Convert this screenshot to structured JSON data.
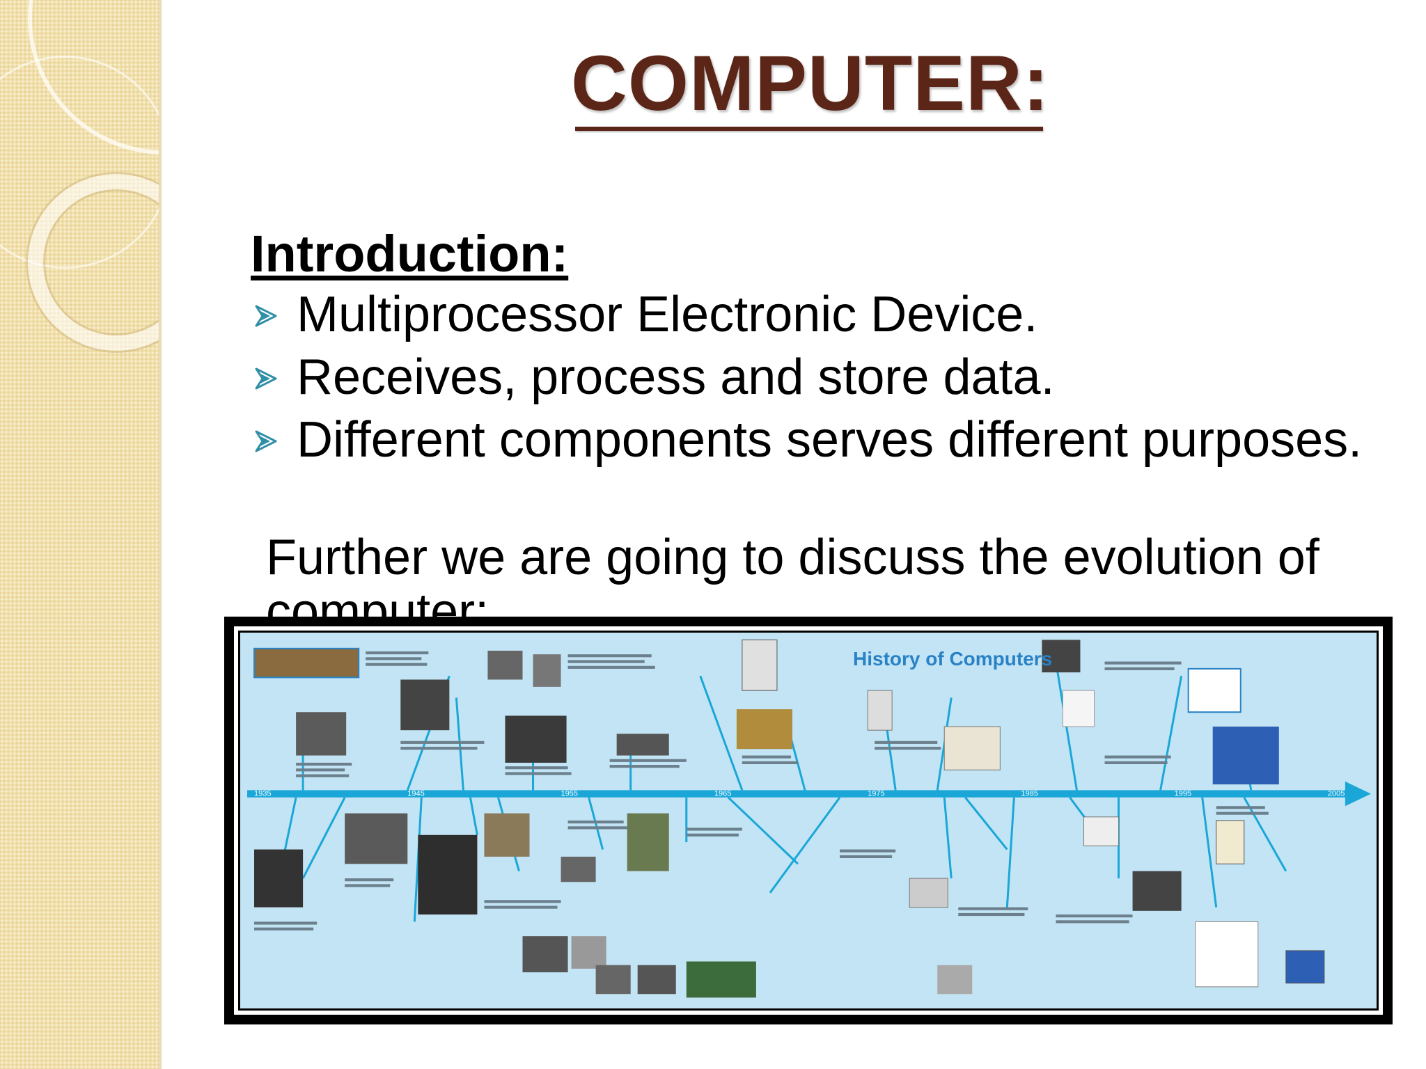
{
  "title": "COMPUTER:",
  "intro_heading": "Introduction:",
  "bullets": [
    "Multiprocessor Electronic Device.",
    "Receives, process and store data.",
    "Different components serves different purposes."
  ],
  "further_text": "Further we are going to discuss the evolution of computer:",
  "timeline_image": {
    "title": "History of Computers",
    "year_labels": [
      "1935",
      "1945",
      "1955",
      "1965",
      "1975",
      "1985",
      "1995",
      "2005"
    ]
  },
  "colors": {
    "title": "#5b2617",
    "bullet_arrow": "#2f8fa6",
    "timeline_bg": "#c3e4f4",
    "timeline_line": "#1aa7d8",
    "left_strip": "#f1dfaa"
  }
}
